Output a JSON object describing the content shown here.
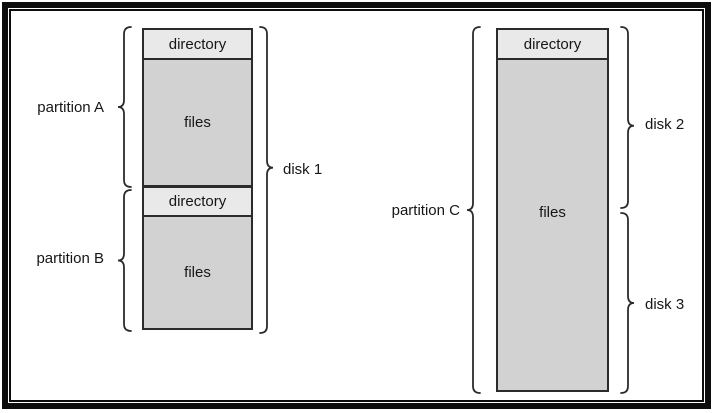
{
  "diagram": {
    "left": {
      "disk_label": "disk 1",
      "partitions": [
        {
          "label": "partition A",
          "directory_label": "directory",
          "files_label": "files"
        },
        {
          "label": "partition B",
          "directory_label": "directory",
          "files_label": "files"
        }
      ]
    },
    "right": {
      "partition_label": "partition C",
      "directory_label": "directory",
      "files_label": "files",
      "disk_labels": [
        "disk 2",
        "disk 3"
      ]
    },
    "colors": {
      "directory_bg": "#e9e9e9",
      "files_bg": "#d2d2d2",
      "line": "#2b2b2b",
      "frame": "#0c0c0c",
      "text": "#161616"
    }
  }
}
